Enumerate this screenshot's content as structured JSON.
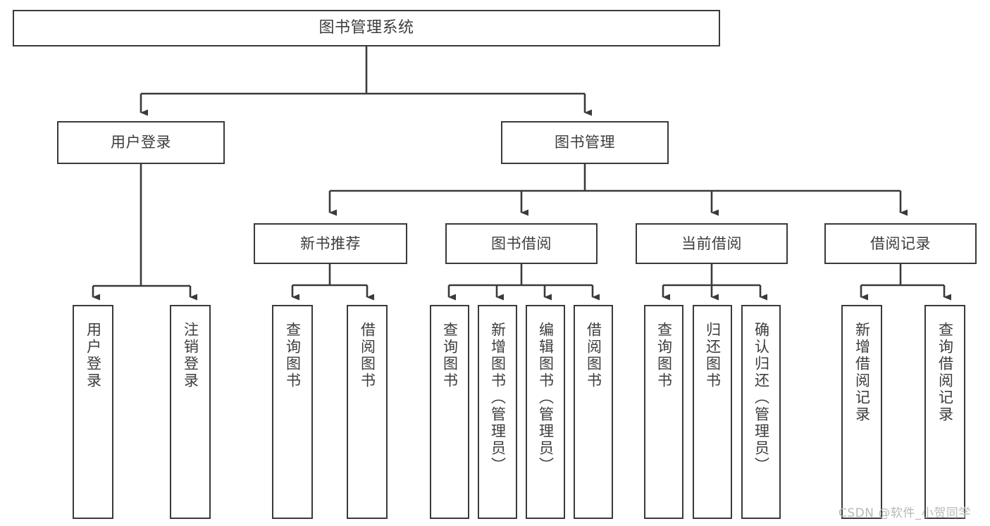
{
  "diagram": {
    "type": "hierarchy-tree",
    "title": "图书管理系统",
    "root": {
      "label": "图书管理系统"
    },
    "level2": [
      {
        "label": "用户登录"
      },
      {
        "label": "图书管理"
      }
    ],
    "level3": [
      {
        "label": "新书推荐"
      },
      {
        "label": "图书借阅"
      },
      {
        "label": "当前借阅"
      },
      {
        "label": "借阅记录"
      }
    ],
    "leaves": {
      "user_login": [
        {
          "label": "用户登录"
        },
        {
          "label": "注销登录"
        }
      ],
      "new_book_recommend": [
        {
          "label": "查询图书"
        },
        {
          "label": "借阅图书"
        }
      ],
      "book_borrow": [
        {
          "label": "查询图书"
        },
        {
          "label": "新增图书（管理员）"
        },
        {
          "label": "编辑图书（管理员）"
        },
        {
          "label": "借阅图书"
        }
      ],
      "current_borrow": [
        {
          "label": "查询图书"
        },
        {
          "label": "归还图书"
        },
        {
          "label": "确认归还（管理员）"
        }
      ],
      "borrow_record": [
        {
          "label": "新增借阅记录"
        },
        {
          "label": "查询借阅记录"
        }
      ]
    }
  },
  "watermark": {
    "text": "CSDN @软件_小贺同学"
  },
  "colors": {
    "stroke": "#3a3a3a",
    "text": "#3d3d3d",
    "background": "#ffffff",
    "watermark": "#b9b9b9"
  }
}
